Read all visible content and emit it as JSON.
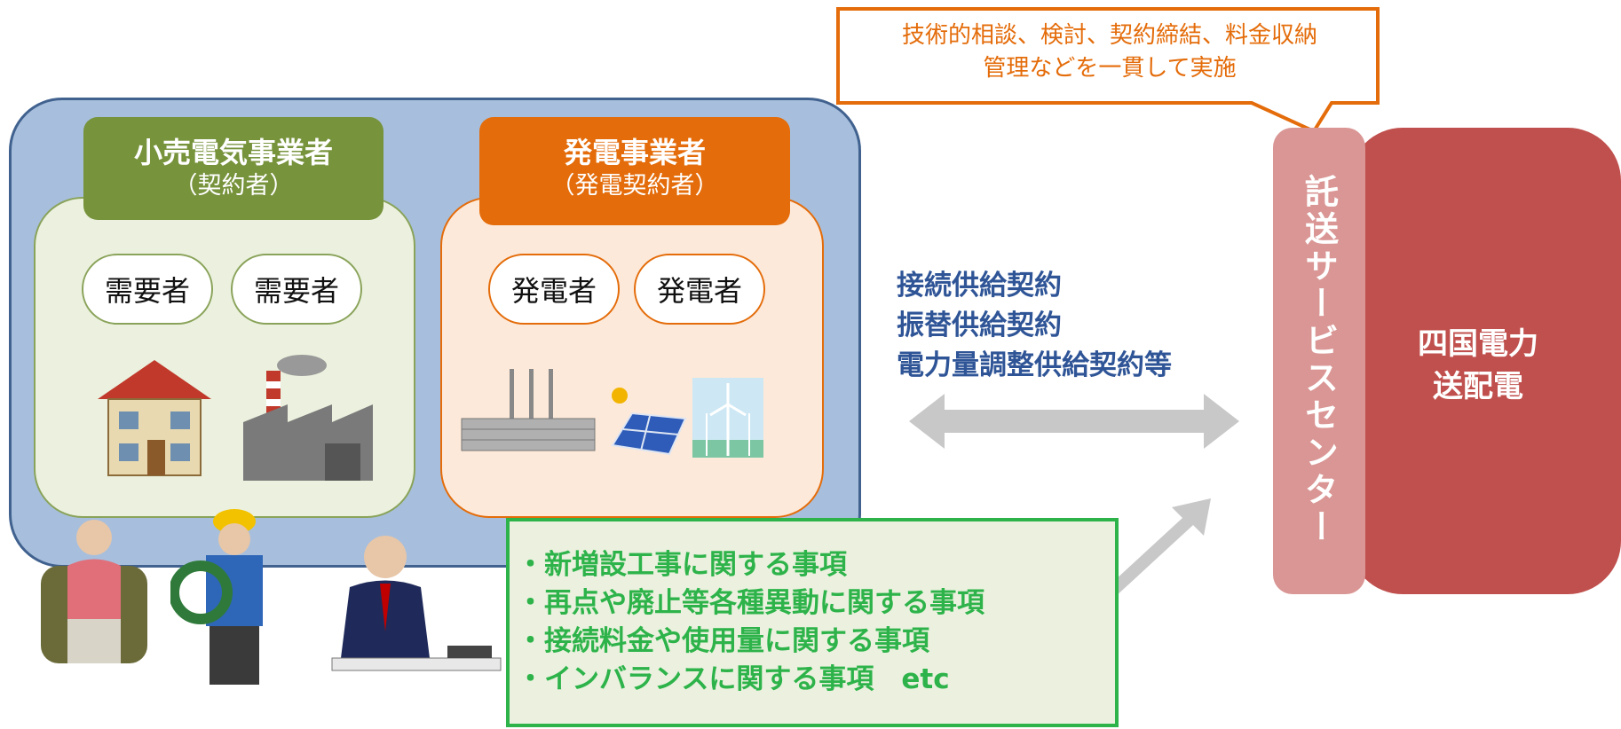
{
  "callout": {
    "line1": "技術的相談、検討、契約締結、料金収納",
    "line2": "管理などを一貫して実施"
  },
  "retail": {
    "title": "小売電気事業者",
    "subtitle": "（契約者）",
    "pill1": "需要者",
    "pill2": "需要者"
  },
  "generator": {
    "title": "発電事業者",
    "subtitle": "（発電契約者）",
    "pill1": "発電者",
    "pill2": "発電者"
  },
  "contracts": {
    "line1": "接続供給契約",
    "line2": "振替供給契約",
    "line3": "電力量調整供給契約等"
  },
  "center": {
    "label": "託送サービスセンター"
  },
  "utility": {
    "line1": "四国電力",
    "line2": "送配電"
  },
  "matters": [
    "・新増設工事に関する事項",
    "・再点や廃止等各種異動に関する事項",
    "・接続料金や使用量に関する事項",
    "・インバランスに関する事項　etc"
  ],
  "colors": {
    "retail": "#77933c",
    "generator": "#e46c0a",
    "container": "#a7bfdc",
    "center": "#d99694",
    "utility": "#c0504d",
    "matters": "#2db34a",
    "contracts": "#2f5597"
  },
  "icons": [
    "house-icon",
    "factory-icon",
    "power-plant-icon",
    "solar-panel-icon",
    "wind-turbine-icon",
    "person-icon"
  ]
}
